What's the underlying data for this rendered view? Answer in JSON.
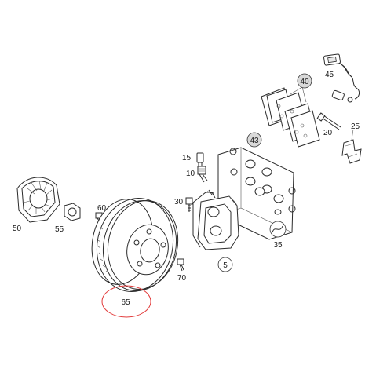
{
  "labels": {
    "l45": "45",
    "l40": "40",
    "l25": "25",
    "l20": "20",
    "l15": "15",
    "l10": "10",
    "l43": "43",
    "l30": "30",
    "l60": "60",
    "l50": "50",
    "l55": "55",
    "l5": "5",
    "l35": "35",
    "l70": "70",
    "l65": "65"
  },
  "colors": {
    "line": "#2b2b2b",
    "badge_fill": "#d9d9d9",
    "highlight": "#e23b3b"
  }
}
